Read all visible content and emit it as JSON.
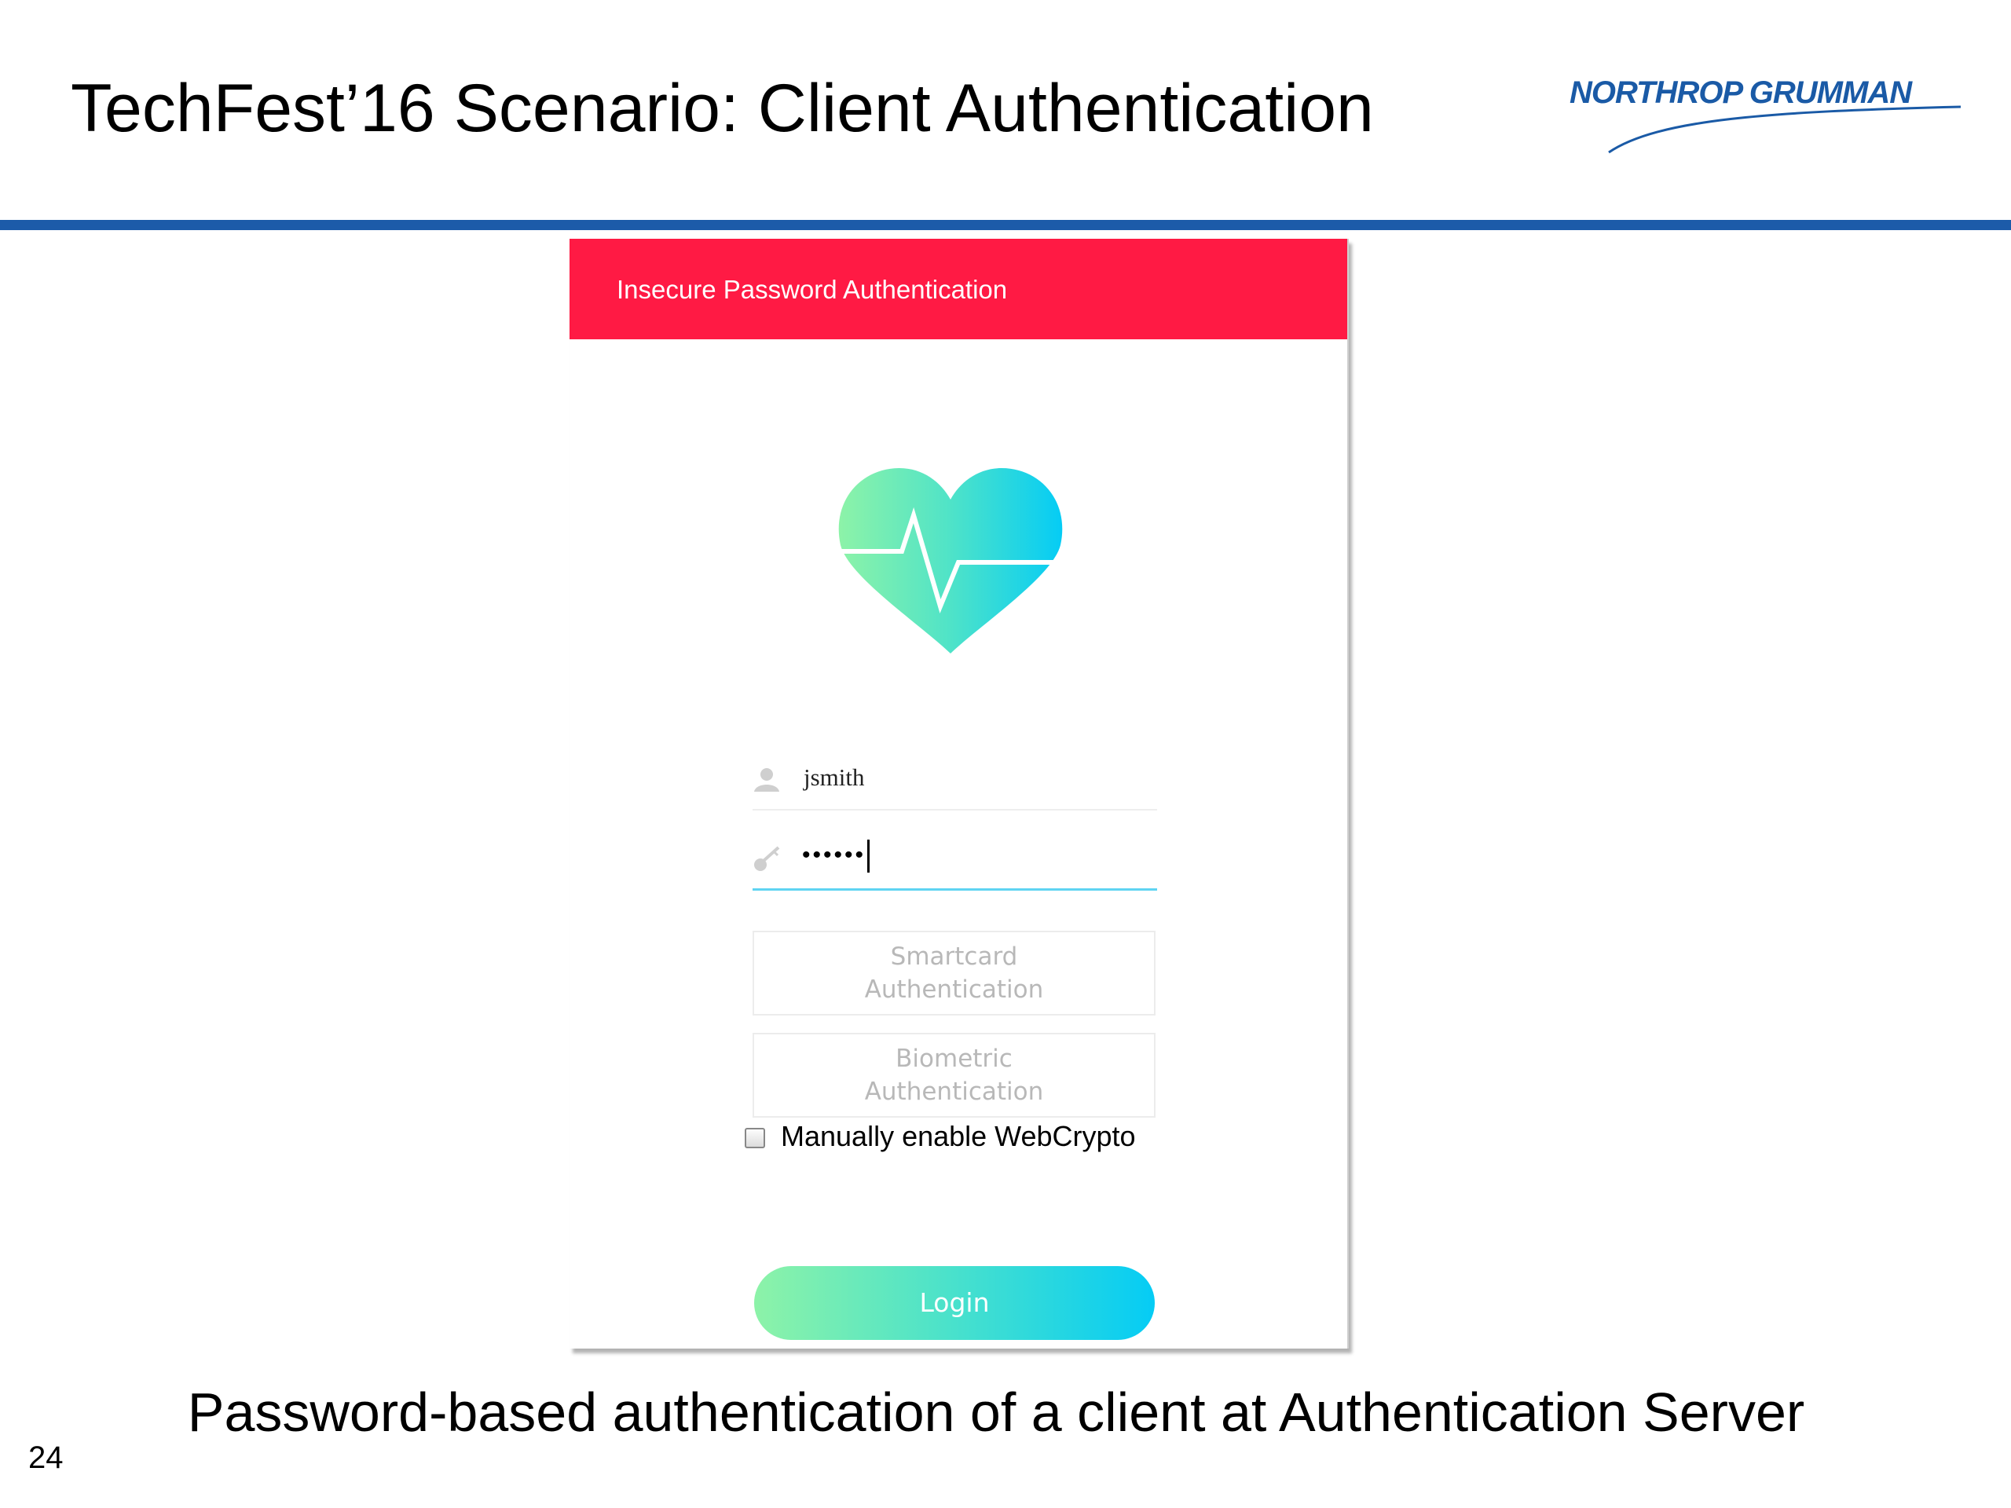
{
  "slide": {
    "title": "TechFest’16 Scenario: Client Authentication",
    "brand": "NORTHROP GRUMMAN",
    "caption": "Password-based authentication of a client at Authentication Server",
    "page_number": "24"
  },
  "app": {
    "header_title": "Insecure Password Authentication",
    "header_color": "#ff1a44",
    "logo_icon": "heart-pulse-icon",
    "username": {
      "icon": "user-icon",
      "value": "jsmith"
    },
    "password": {
      "icon": "key-icon",
      "value": "••••••"
    },
    "smartcard_button": {
      "line1": "Smartcard",
      "line2": "Authentication"
    },
    "biometric_button": {
      "line1": "Biometric",
      "line2": "Authentication"
    },
    "webcrypto_checkbox": {
      "label": "Manually enable WebCrypto",
      "checked": false
    },
    "login_label": "Login",
    "gradient_start": "#8df3a8",
    "gradient_end": "#05ccf5"
  }
}
